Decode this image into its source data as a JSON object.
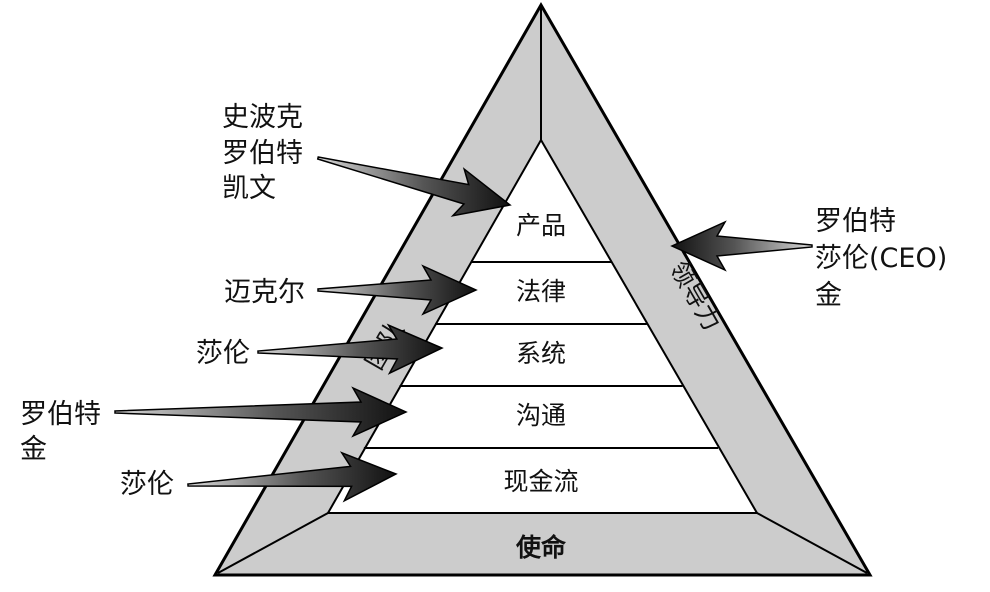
{
  "pyramid": {
    "levels": [
      "产品",
      "法律",
      "系统",
      "沟通",
      "现金流"
    ],
    "base": "使命",
    "left_side": "团队",
    "right_side": "领导力"
  },
  "people": {
    "product": [
      "史波克",
      "罗伯特",
      "凯文"
    ],
    "legal": [
      "迈克尔"
    ],
    "systems": [
      "莎伦"
    ],
    "communication": [
      "罗伯特",
      "金"
    ],
    "cashflow": [
      "莎伦"
    ],
    "leadership": [
      "罗伯特",
      "莎伦(CEO)",
      "金"
    ]
  },
  "colors": {
    "band": "#cccccc",
    "outline": "#000000",
    "arrow_dark": "#111111",
    "arrow_light": "#cfcfcf"
  }
}
